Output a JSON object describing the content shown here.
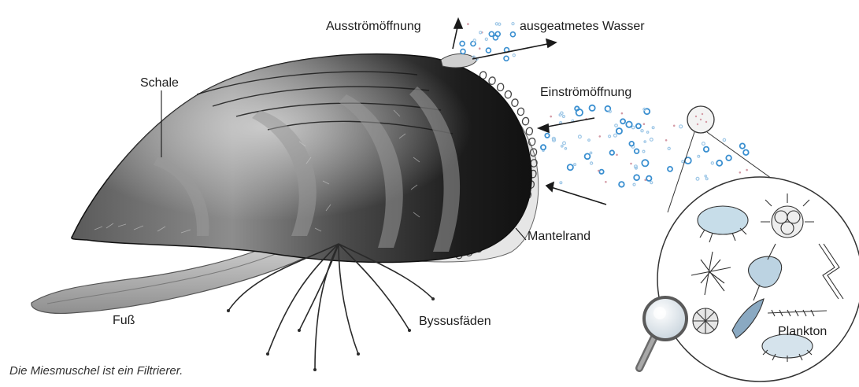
{
  "labels": {
    "schale": "Schale",
    "ausstroem": "Ausströmöffnung",
    "ausgeatmet": "ausgeatmetes Wasser",
    "einstroem": "Einströmöffnung",
    "mantelrand": "Mantelrand",
    "fuss": "Fuß",
    "byssus": "Byssusfäden",
    "plankton": "Plankton"
  },
  "caption": "Die Miesmuschel ist ein Filtrierer.",
  "colors": {
    "shell_dark": "#1a1a1a",
    "shell_mid": "#6a6a6a",
    "shell_light": "#bdbdbd",
    "foot": "#b0b0b0",
    "bubble": "#3a8fd0",
    "bubble_light": "#9cc6e6",
    "particle": "#d49aa5"
  },
  "icons": [
    "magnifier-icon",
    "arrow-icon"
  ]
}
